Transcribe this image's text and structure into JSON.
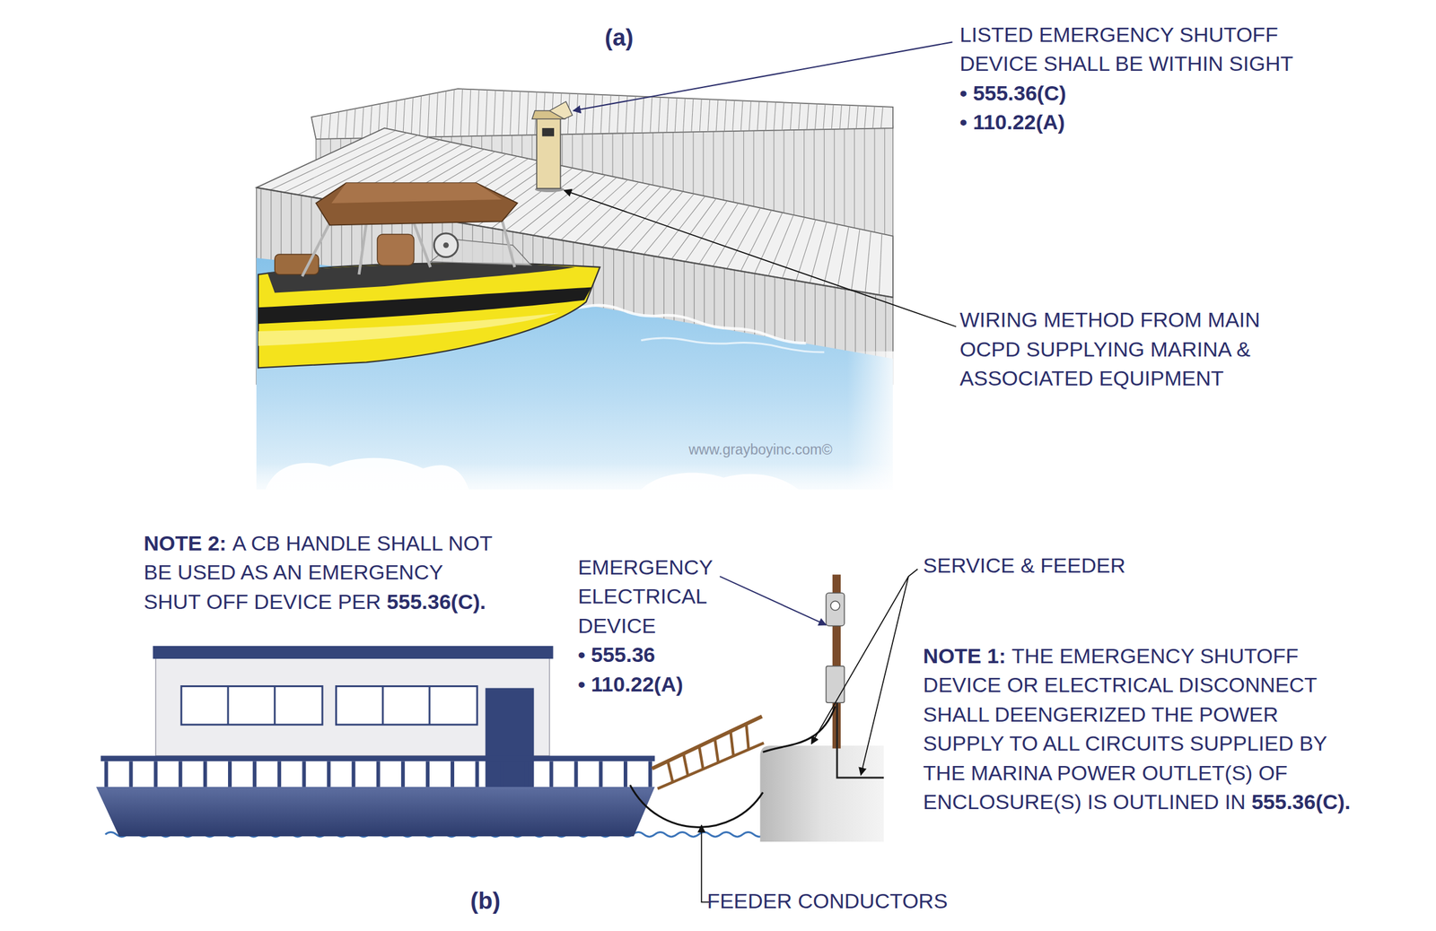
{
  "diagram": {
    "labels": [
      "(a)",
      "LISTED EMERGENCY SHUTOFF DEVICE SHALL BE WITHIN SIGHT",
      "• 555.36(C)",
      "• 110.22(A)",
      "WIRING METHOD FROM MAIN OCPD SUPPLYING MARINA & ASSOCIATED EQUIPMENT",
      "www.grayboyinc.com©",
      "NOTE 2:",
      "A CB HANDLE SHALL NOT BE USED AS AN EMERGENCY SHUT OFF DEVICE PER",
      "555.36(C).",
      "EMERGENCY ELECTRICAL DEVICE",
      "• 555.36",
      "• 110.22(A)",
      "SERVICE & FEEDER",
      "NOTE 1:",
      "THE EMERGENCY SHUTOFF DEVICE OR ELECTRICAL DISCONNECT SHALL DEENGERIZED THE POWER SUPPLY TO ALL CIRCUITS SUPPLIED BY THE MARINA POWER OUTLET(S) OF ENCLOSURE(S) IS OUTLINED IN",
      "555.36(C).",
      "FEEDER CONDUCTORS",
      "(b)"
    ]
  }
}
